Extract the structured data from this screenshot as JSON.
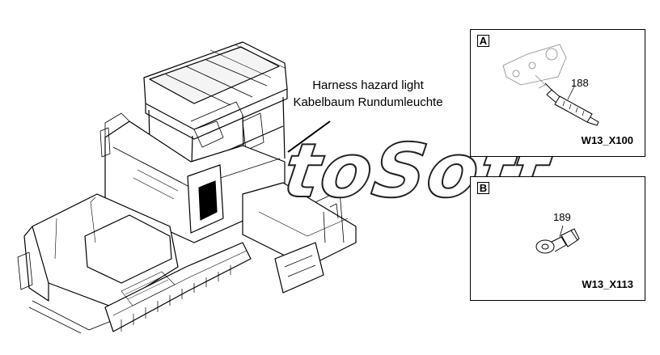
{
  "annotation": {
    "line1": "Harness hazard light",
    "line2": "Kabelbaum Rundumleuchte"
  },
  "watermark": "toSoft",
  "detail_a": {
    "letter": "A",
    "part_number": "188",
    "connector_code": "W13_X100"
  },
  "detail_b": {
    "letter": "B",
    "part_number": "189",
    "connector_code": "W13_X113"
  }
}
